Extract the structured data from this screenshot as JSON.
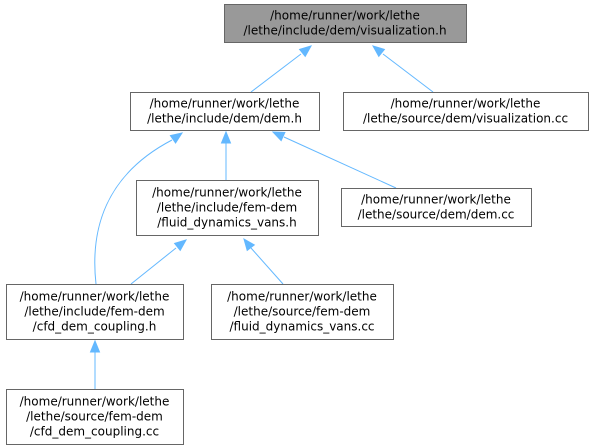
{
  "nodes": [
    {
      "id": "visualization_h",
      "lines": [
        "/home/runner/work/lethe",
        "/lethe/include/dem/visualization.h"
      ],
      "highlighted": true
    },
    {
      "id": "dem_h",
      "lines": [
        "/home/runner/work/lethe",
        "/lethe/include/dem/dem.h"
      ]
    },
    {
      "id": "visualization_cc",
      "lines": [
        "/home/runner/work/lethe",
        "/lethe/source/dem/visualization.cc"
      ]
    },
    {
      "id": "fluid_dynamics_vans_h",
      "lines": [
        "/home/runner/work/lethe",
        "/lethe/include/fem-dem",
        "/fluid_dynamics_vans.h"
      ]
    },
    {
      "id": "dem_cc",
      "lines": [
        "/home/runner/work/lethe",
        "/lethe/source/dem/dem.cc"
      ]
    },
    {
      "id": "cfd_dem_coupling_h",
      "lines": [
        "/home/runner/work/lethe",
        "/lethe/include/fem-dem",
        "/cfd_dem_coupling.h"
      ]
    },
    {
      "id": "fluid_dynamics_vans_cc",
      "lines": [
        "/home/runner/work/lethe",
        "/lethe/source/fem-dem",
        "/fluid_dynamics_vans.cc"
      ]
    },
    {
      "id": "cfd_dem_coupling_cc",
      "lines": [
        "/home/runner/work/lethe",
        "/lethe/source/fem-dem",
        "/cfd_dem_coupling.cc"
      ]
    }
  ],
  "edges": [
    {
      "from": "dem_h",
      "to": "visualization_h"
    },
    {
      "from": "visualization_cc",
      "to": "visualization_h"
    },
    {
      "from": "fluid_dynamics_vans_h",
      "to": "dem_h"
    },
    {
      "from": "dem_cc",
      "to": "dem_h"
    },
    {
      "from": "cfd_dem_coupling_h",
      "to": "dem_h"
    },
    {
      "from": "cfd_dem_coupling_h",
      "to": "fluid_dynamics_vans_h"
    },
    {
      "from": "fluid_dynamics_vans_cc",
      "to": "fluid_dynamics_vans_h"
    },
    {
      "from": "cfd_dem_coupling_cc",
      "to": "cfd_dem_coupling_h"
    }
  ],
  "colors": {
    "edge": "#63b8ff",
    "root_fill": "#999999",
    "node_fill": "#ffffff",
    "border": "#666666"
  }
}
